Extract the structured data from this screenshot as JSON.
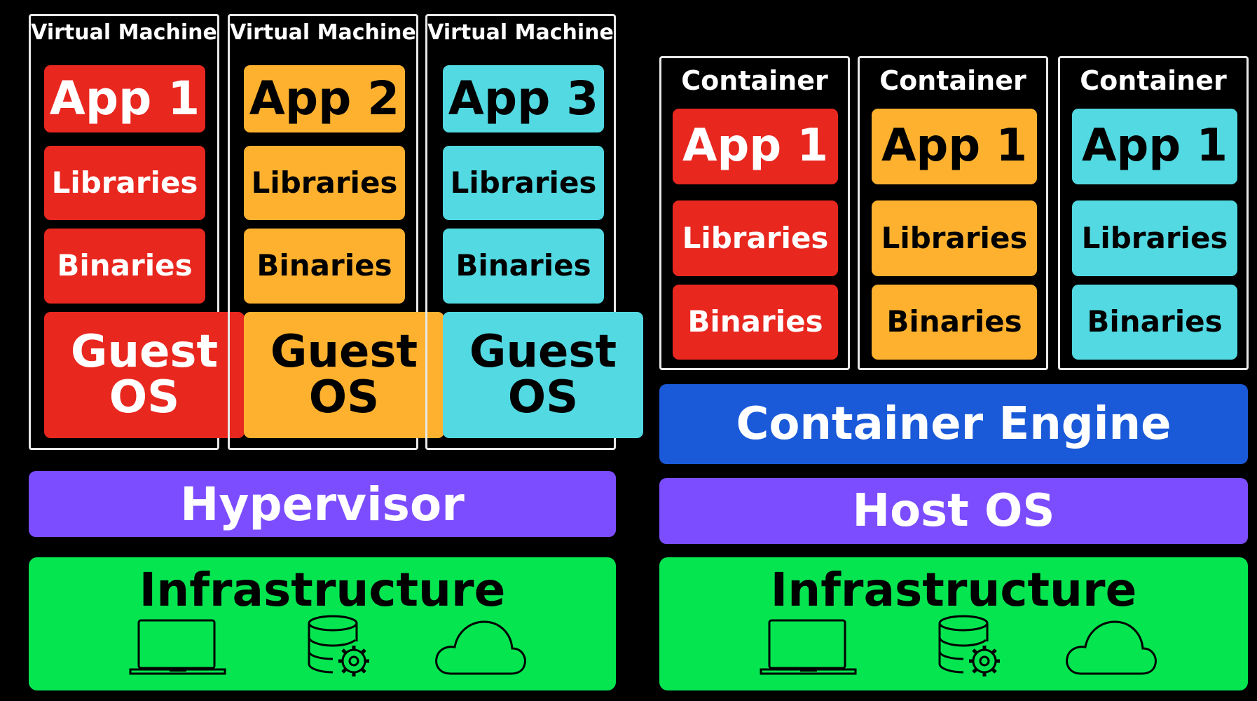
{
  "colors": {
    "red": "#e8271f",
    "orange": "#fdb12f",
    "cyan": "#52d9e2",
    "purple": "#7c4dff",
    "blue": "#1a5ad9",
    "green": "#05e550"
  },
  "vm_side": {
    "frames": [
      {
        "title": "Virtual Machine",
        "app": "App 1",
        "libraries": "Libraries",
        "binaries": "Binaries",
        "guest_os": "Guest OS"
      },
      {
        "title": "Virtual Machine",
        "app": "App 2",
        "libraries": "Libraries",
        "binaries": "Binaries",
        "guest_os": "Guest OS"
      },
      {
        "title": "Virtual Machine",
        "app": "App 3",
        "libraries": "Libraries",
        "binaries": "Binaries",
        "guest_os": "Guest OS"
      }
    ],
    "hypervisor": "Hypervisor",
    "infrastructure": {
      "title": "Infrastructure",
      "icons": [
        "laptop-icon",
        "database-gear-icon",
        "cloud-icon"
      ]
    }
  },
  "container_side": {
    "frames": [
      {
        "title": "Container",
        "app": "App 1",
        "libraries": "Libraries",
        "binaries": "Binaries"
      },
      {
        "title": "Container",
        "app": "App 1",
        "libraries": "Libraries",
        "binaries": "Binaries"
      },
      {
        "title": "Container",
        "app": "App 1",
        "libraries": "Libraries",
        "binaries": "Binaries"
      }
    ],
    "container_engine": "Container Engine",
    "host_os": "Host OS",
    "infrastructure": {
      "title": "Infrastructure",
      "icons": [
        "laptop-icon",
        "database-gear-icon",
        "cloud-icon"
      ]
    }
  }
}
